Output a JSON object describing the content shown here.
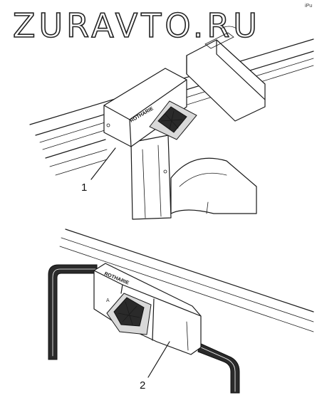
{
  "watermark": "ZURAVTO.RU",
  "corner_mark": "iPu",
  "figure_top": {
    "brand_label": "ROTHARIE",
    "callout": "1"
  },
  "figure_bottom": {
    "brand_label": "ROTHARIE",
    "marker": "A",
    "callout": "2"
  }
}
